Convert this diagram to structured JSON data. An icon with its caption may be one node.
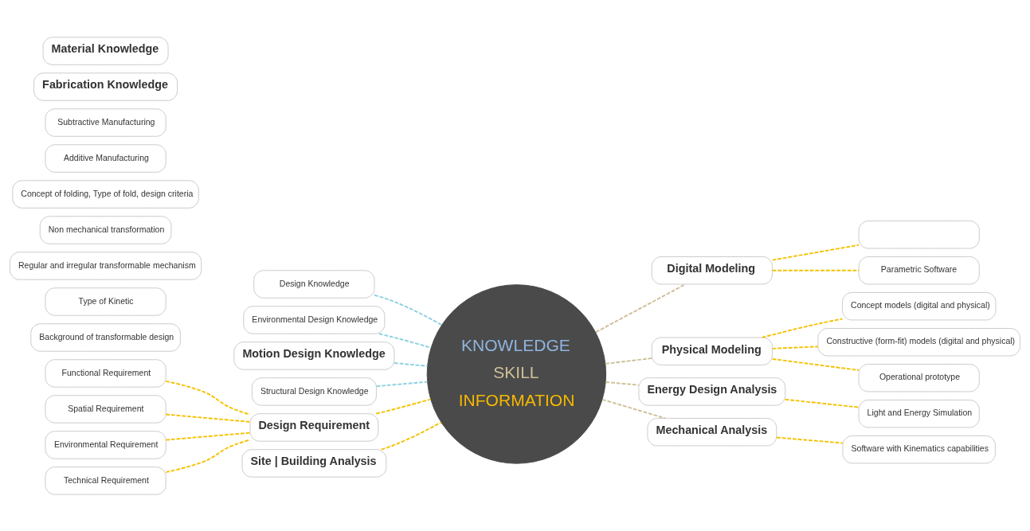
{
  "diagram": {
    "nodes": [
      {
        "text": [
          "KNOWLEDGE",
          "SKILL",
          "INFORMATION"
        ]
      },
      {
        "text": [
          "Background of transformable design"
        ]
      },
      {
        "text": [
          "Type of Kinetic"
        ]
      },
      {
        "text": [
          "Regular and irregular transformable mechanism"
        ]
      },
      {
        "text": [
          "Non mechanical transformation"
        ]
      },
      {
        "text": [
          "Concept of folding, Type of fold, design criteria"
        ]
      },
      {
        "text": [
          "Additive Manufacturing"
        ]
      },
      {
        "text": [
          "Subtractive Manufacturing"
        ]
      },
      {
        "text": [
          "Design Knowledge"
        ]
      },
      {
        "text": [
          "Environmental Design Knowledge"
        ]
      },
      {
        "text": [
          "Motion Design Knowledge"
        ]
      },
      {
        "text": [
          "Structural Design Knowledge"
        ]
      },
      {
        "text": [
          "Fabrication Knowledge"
        ]
      },
      {
        "text": [
          "Material Knowledge"
        ]
      },
      {
        "text": [
          "Digital Modeling"
        ]
      },
      {
        "text": [
          "Physical Modeling"
        ]
      },
      {
        "text": [
          "Energy Design Analysis"
        ]
      },
      {
        "text": [
          "Mechanical Analysis"
        ]
      },
      {
        "text": [],
        "shape": "box"
      },
      {
        "text": [
          "Parametric Software"
        ]
      },
      {
        "text": [
          "Concept models (digital and physical)"
        ]
      },
      {
        "text": [
          "Constructive (form-fit) models (digital and physical)"
        ]
      },
      {
        "text": [
          "Operational prototype"
        ]
      },
      {
        "text": [
          "Light and Energy Simulation"
        ]
      },
      {
        "text": [
          "Software with Kinematics capabilities"
        ]
      },
      {
        "text": [
          "Functional Requirement"
        ]
      },
      {
        "text": [
          "Spatial Requirement"
        ]
      },
      {
        "text": [
          "Environmental Requirement"
        ]
      },
      {
        "text": [
          "Technical Requirement"
        ]
      },
      {
        "text": [
          "Design Requirement"
        ]
      },
      {
        "text": [
          "Site | Building Analysis"
        ]
      }
    ],
    "edges": [
      {
        "from": 8,
        "to": 0,
        "arrow": "none",
        "style": "dashed",
        "color": "#8fd0e0"
      },
      {
        "from": 9,
        "to": 0,
        "arrow": "none",
        "style": "dashed",
        "color": "#8fd0e0"
      },
      {
        "from": 10,
        "to": 0,
        "arrow": "none",
        "style": "dashed",
        "color": "#8fd0e0"
      },
      {
        "from": 11,
        "to": 0,
        "arrow": "none",
        "style": "dashed",
        "color": "#8fd0e0"
      },
      {
        "from": 0,
        "to": 14,
        "arrow": "none",
        "style": "dashed",
        "color": "#cdbf98"
      },
      {
        "from": 0,
        "to": 15,
        "arrow": "none",
        "style": "dashed",
        "color": "#cdbf98"
      },
      {
        "from": 0,
        "to": 16,
        "arrow": "none",
        "style": "dashed",
        "color": "#cdbf98"
      },
      {
        "from": 0,
        "to": 17,
        "arrow": "none",
        "style": "dashed",
        "color": "#cdbf98"
      },
      {
        "from": 14,
        "to": 18,
        "arrow": "none",
        "style": "dashed"
      },
      {
        "from": 14,
        "to": 19,
        "arrow": "none",
        "style": "dashed"
      },
      {
        "from": 15,
        "to": 20,
        "arrow": "none",
        "style": "dashed"
      },
      {
        "from": 15,
        "to": 21,
        "arrow": "none",
        "style": "dashed"
      },
      {
        "from": 15,
        "to": 22,
        "arrow": "none",
        "style": "dashed"
      },
      {
        "from": 16,
        "to": 23,
        "arrow": "none",
        "style": "dashed"
      },
      {
        "from": 17,
        "to": 24,
        "arrow": "none",
        "style": "dashed"
      },
      {
        "from": 25,
        "to": 29,
        "arrow": "none",
        "style": "dashed"
      },
      {
        "from": 26,
        "to": 29,
        "arrow": "none",
        "style": "dashed"
      },
      {
        "from": 27,
        "to": 29,
        "arrow": "none",
        "style": "dashed"
      },
      {
        "from": 28,
        "to": 29,
        "arrow": "none",
        "style": "dashed"
      },
      {
        "from": 29,
        "to": 0,
        "arrow": "none",
        "style": "dashed"
      },
      {
        "from": 30,
        "to": 0,
        "arrow": "none",
        "style": "dashed"
      }
    ]
  }
}
